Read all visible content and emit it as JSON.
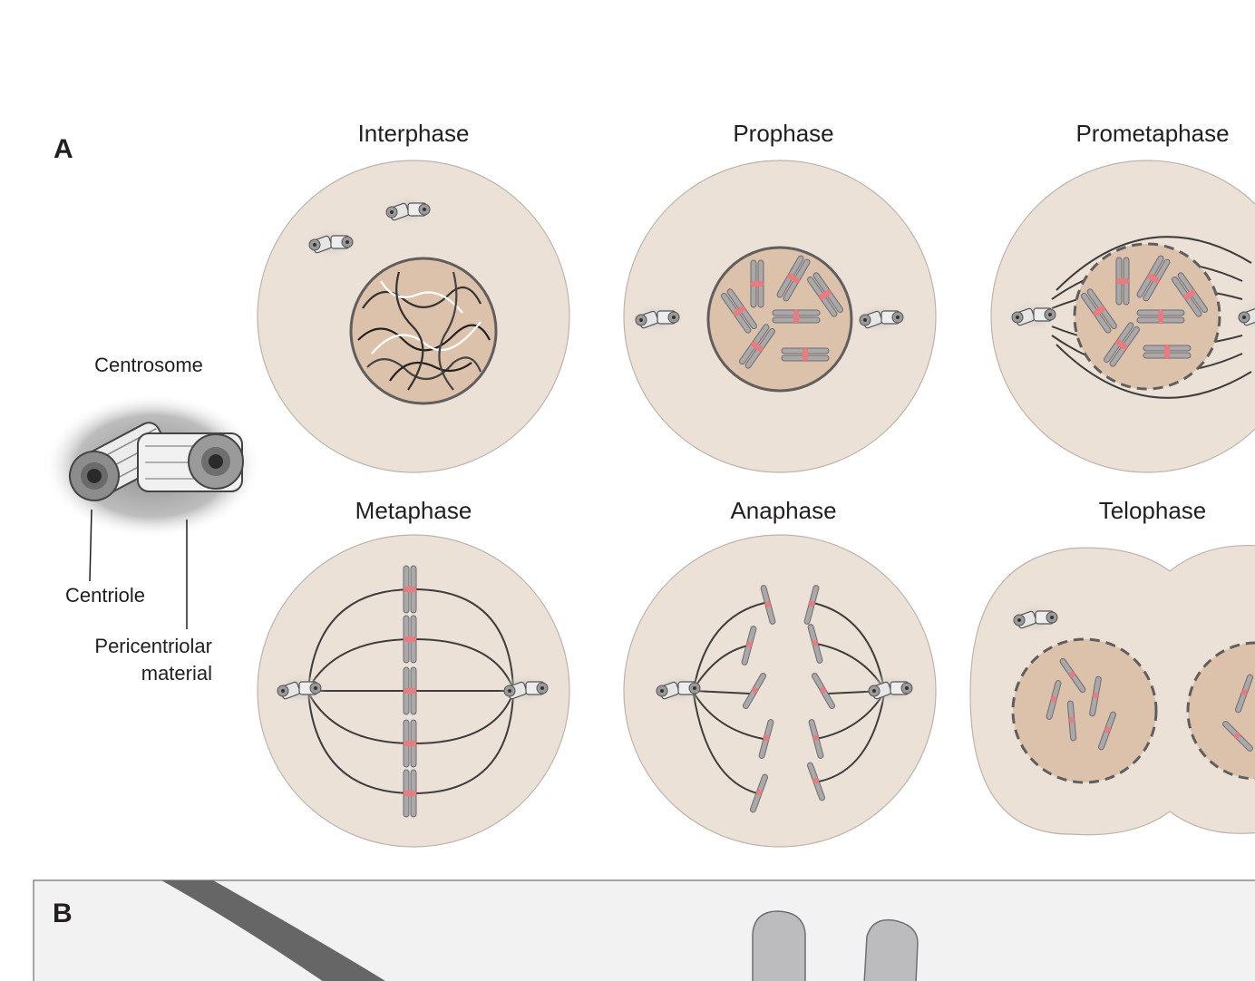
{
  "panels": {
    "a": "A",
    "b": "B"
  },
  "phases": {
    "interphase": "Interphase",
    "prophase": "Prophase",
    "prometaphase": "Prometaphase",
    "metaphase": "Metaphase",
    "anaphase": "Anaphase",
    "telophase": "Telophase"
  },
  "centrosome_labels": {
    "title": "Centrosome",
    "centriole": "Centriole",
    "pcm_line1": "Pericentriolar",
    "pcm_line2": "material"
  },
  "colors": {
    "cytoplasm": "#ebe1d7",
    "nucleus": "#dcc2ab",
    "chromosome": "#a9a9ab",
    "centromere": "#ec7a7e",
    "panel_b_background": "#f2f2f2"
  }
}
